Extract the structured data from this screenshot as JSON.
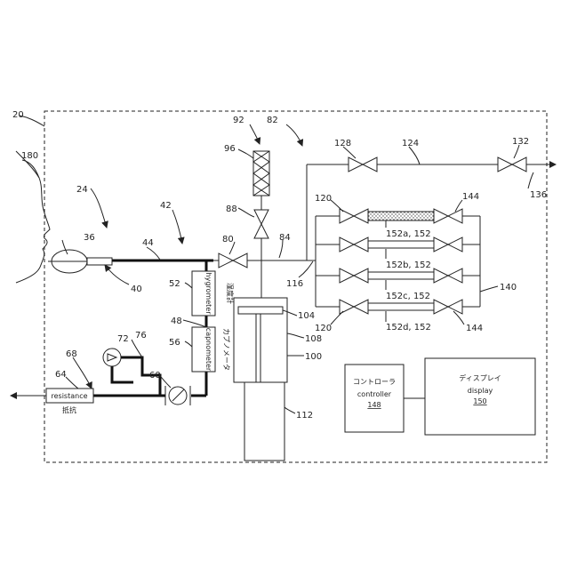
{
  "refs": {
    "r20": "20",
    "r180": "180",
    "r24": "24",
    "r36": "36",
    "r40": "40",
    "r42": "42",
    "r44": "44",
    "r52": "52",
    "r48": "48",
    "r56": "56",
    "r68": "68",
    "r64": "64",
    "r72": "72",
    "r76": "76",
    "r60": "60",
    "r92": "92",
    "r82": "82",
    "r96": "96",
    "r88": "88",
    "r80": "80",
    "r84": "84",
    "r116": "116",
    "r104": "104",
    "r108": "108",
    "r100": "100",
    "r112": "112",
    "r128": "128",
    "r124": "124",
    "r132": "132",
    "r136": "136",
    "r120a": "120",
    "r144a": "144",
    "r140": "140",
    "r120b": "120",
    "r144b": "144",
    "r152a": "152a, 152",
    "r152b": "152b, 152",
    "r152c": "152c, 152",
    "r152d": "152d, 152"
  },
  "components": {
    "hygrometer": "hygrometer",
    "hygrometer_ja": "湿度計",
    "capnometer": "capnometer",
    "capnometer_ja": "カプノメータ",
    "resistance": "resistance",
    "resistance_ja": "抵抗",
    "controller_ja": "コントローラ",
    "controller": "controller",
    "controller_num": "148",
    "display_ja": "ディスプレイ",
    "display": "display",
    "display_num": "150"
  }
}
